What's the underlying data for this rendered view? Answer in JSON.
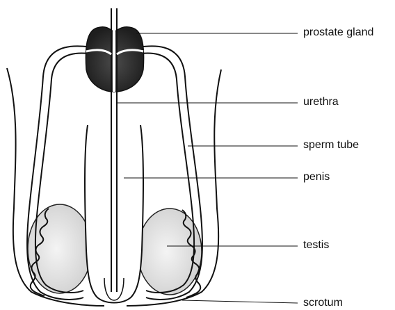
{
  "diagram": {
    "labels": {
      "prostate_gland": "prostate gland",
      "urethra": "urethra",
      "sperm_tube": "sperm tube",
      "penis": "penis",
      "testis": "testis",
      "scrotum": "scrotum"
    },
    "colors": {
      "outline": "#111111",
      "prostate_fill": "#2b2b2b",
      "testis_fill": "#d9d9d9",
      "background": "#ffffff"
    }
  }
}
